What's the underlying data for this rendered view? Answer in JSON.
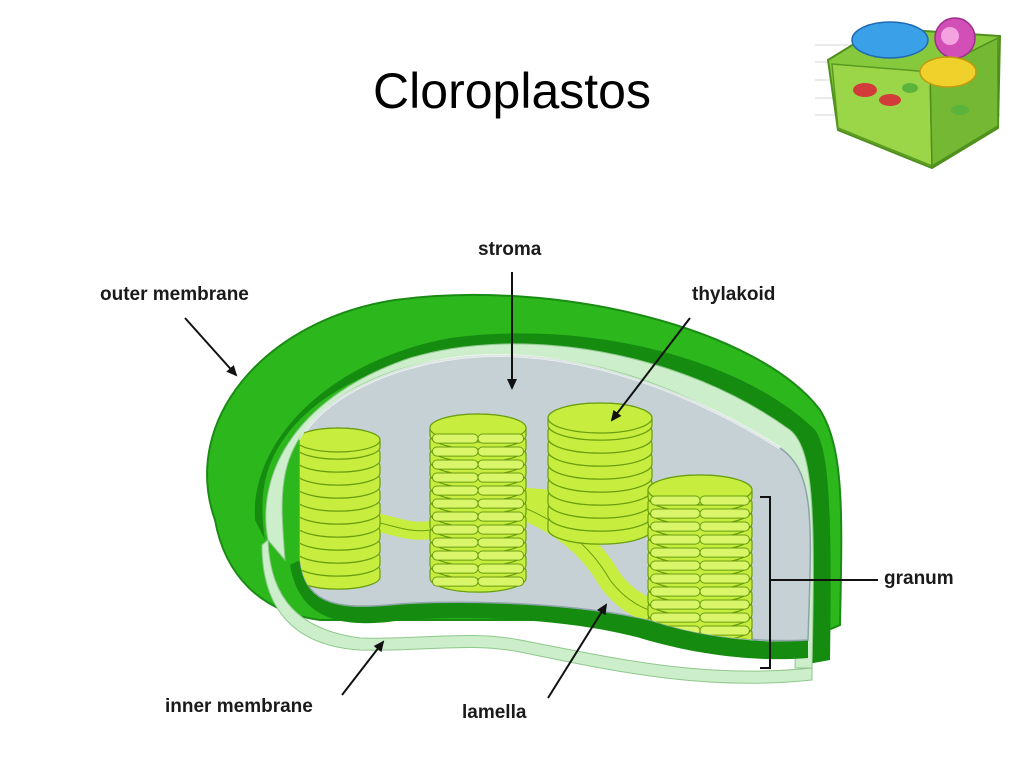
{
  "slide": {
    "title": "Cloroplastos"
  },
  "diagram": {
    "labels": {
      "outer_membrane": "outer membrane",
      "stroma": "stroma",
      "thylakoid": "thylakoid",
      "granum": "granum",
      "inner_membrane": "inner membrane",
      "lamella": "lamella"
    },
    "colors": {
      "outer_green": "#2cb81d",
      "dark_green": "#158c10",
      "membrane_light": "#cdeecb",
      "stroma_fill": "#c5d1d4",
      "thylakoid_fill": "#c7ee3e",
      "thylakoid_edge": "#6a9d10"
    }
  }
}
